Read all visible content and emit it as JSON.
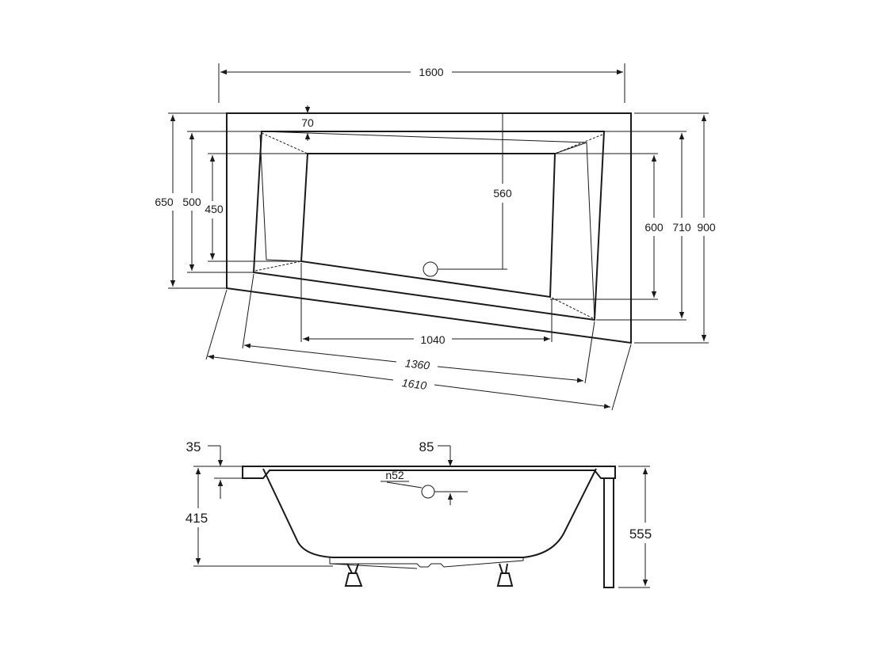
{
  "top_view": {
    "overall_width": "1600",
    "rim_offset": "70",
    "inner_depth": "560",
    "left_outer_height": "650",
    "left_mid_height": "500",
    "left_inner_height": "450",
    "right_inner_height": "600",
    "right_mid_height": "710",
    "right_outer_height": "900",
    "bottom_inner_length": "1040",
    "bottom_mid_length": "1360",
    "bottom_outer_length": "1610"
  },
  "side_view": {
    "rim_thickness": "35",
    "drain_offset": "85",
    "drain_diameter": "n52",
    "basin_depth": "415",
    "total_height": "555"
  }
}
